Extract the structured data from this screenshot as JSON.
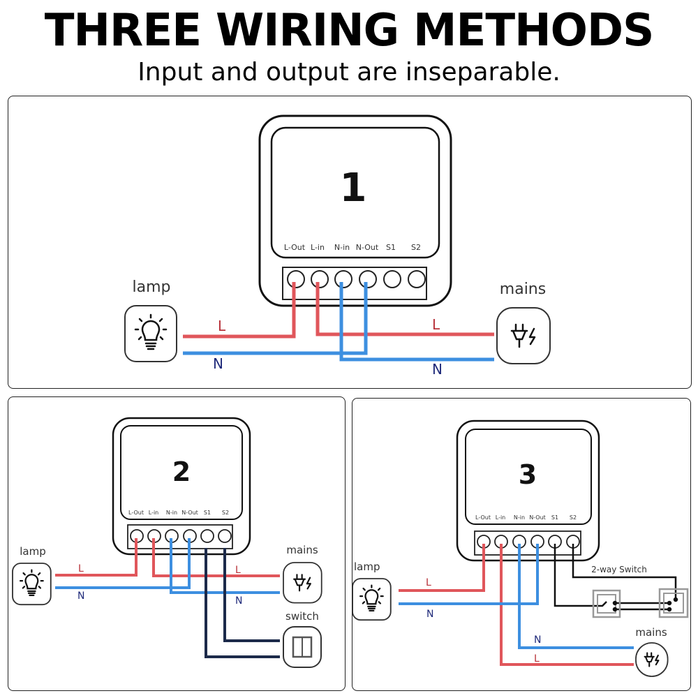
{
  "header": {
    "title": "THREE WIRING METHODS",
    "subtitle": "Input and output are inseparable."
  },
  "colors": {
    "live": "#e0565b",
    "neutral": "#3d8fe0",
    "live_label": "#b8323a",
    "neutral_label": "#1f2a7a",
    "switch_wire_dark": "#1c2a4a",
    "switch_wire_black": "#111111"
  },
  "terminals": [
    "L-Out",
    "L-in",
    "N-in",
    "N-Out",
    "S1",
    "S2"
  ],
  "panels": [
    {
      "number": "1",
      "lamp_label": "lamp",
      "mains_label": "mains",
      "wire_labels": {
        "lamp_live": "L",
        "lamp_neutral": "N",
        "mains_live": "L",
        "mains_neutral": "N"
      }
    },
    {
      "number": "2",
      "lamp_label": "lamp",
      "mains_label": "mains",
      "switch_label": "switch",
      "wire_labels": {
        "lamp_live": "L",
        "lamp_neutral": "N",
        "mains_live": "L",
        "mains_neutral": "N"
      }
    },
    {
      "number": "3",
      "lamp_label": "lamp",
      "mains_label": "mains",
      "switch_label": "2-way Switch",
      "wire_labels": {
        "lamp_live": "L",
        "lamp_neutral": "N",
        "mains_live": "L",
        "mains_neutral": "N"
      }
    }
  ],
  "icons": {
    "lamp": "lightbulb-icon",
    "mains": "plug-lightning-icon",
    "switch": "wall-switch-icon",
    "two_way_switch": "two-way-switch-icon"
  }
}
